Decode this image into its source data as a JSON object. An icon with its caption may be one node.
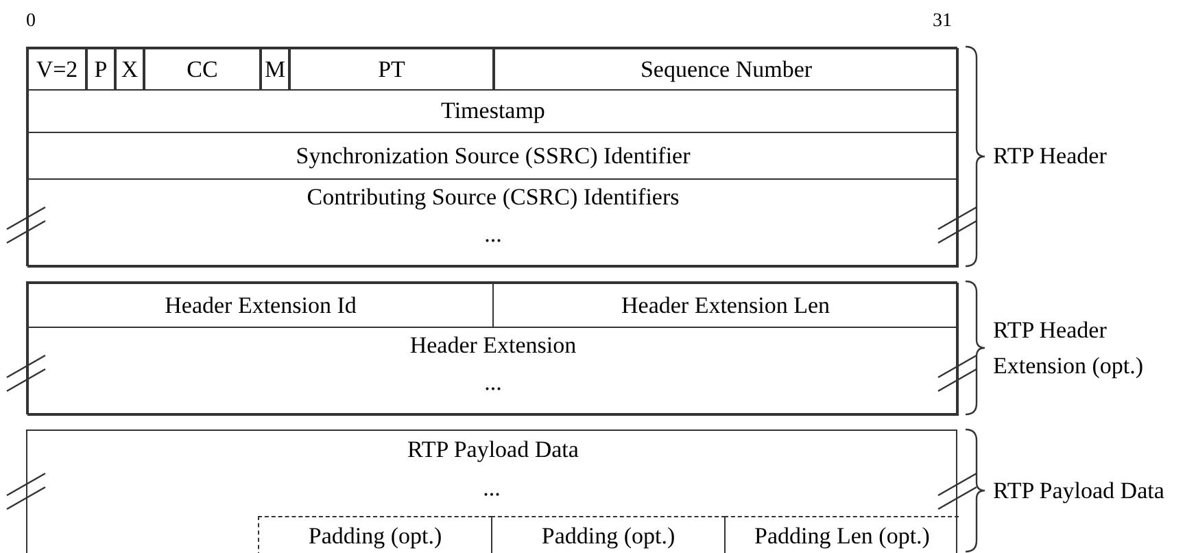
{
  "diagram": {
    "nodes": [
      {
        "text": [],
        "shape": "box",
        "beside": [
          "RTP Header"
        ]
      },
      {
        "text": [
          "V=2"
        ],
        "in": 0
      },
      {
        "text": [
          "P"
        ],
        "in": 0
      },
      {
        "text": [
          "X"
        ],
        "in": 0
      },
      {
        "text": [
          "CC"
        ],
        "in": 0
      },
      {
        "text": [
          "M"
        ],
        "in": 0
      },
      {
        "text": [
          "PT"
        ],
        "in": 0
      },
      {
        "text": [
          "Sequence Number"
        ],
        "in": 0
      },
      {
        "text": [
          "Timestamp"
        ],
        "in": 0
      },
      {
        "text": [
          "Synchronization Source (SSRC) Identifier"
        ],
        "in": 0
      },
      {
        "text": [
          "Contributing Source (CSRC) Identifiers",
          "..."
        ],
        "in": 0
      },
      {
        "text": [],
        "shape": "box",
        "beside": [
          "RTP Header Extension (opt.)"
        ]
      },
      {
        "text": [
          "Header Extension Id"
        ],
        "in": 11
      },
      {
        "text": [
          "Header Extension Len"
        ],
        "in": 11
      },
      {
        "text": [
          "Header Extension",
          "..."
        ],
        "in": 11
      },
      {
        "text": [
          "RTP Payload Data",
          "..."
        ],
        "beside": [
          "RTP Payload Data"
        ]
      },
      {
        "text": [
          "Padding (opt.)"
        ],
        "in": 15
      },
      {
        "text": [
          "Padding (opt.)"
        ],
        "in": 15
      },
      {
        "text": [
          "Padding Len (opt.)"
        ],
        "in": 15
      }
    ],
    "labels": [
      "0",
      "31"
    ]
  }
}
